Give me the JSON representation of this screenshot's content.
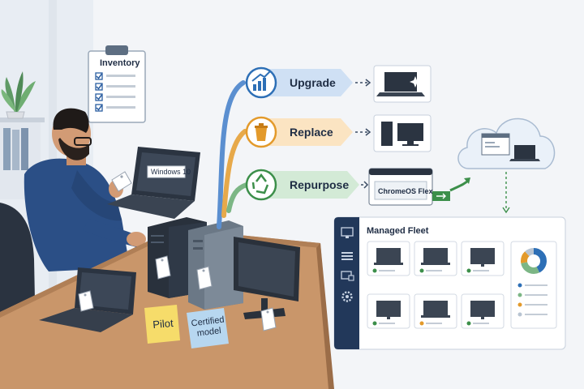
{
  "inventory": {
    "title": "Inventory"
  },
  "device_screen": {
    "label": "Windows 10"
  },
  "branches": [
    {
      "label": "Upgrade",
      "icon": "chart-up-icon",
      "color": "#2d6fb6"
    },
    {
      "label": "Replace",
      "icon": "trash-icon",
      "color": "#e39a2b"
    },
    {
      "label": "Repurpose",
      "icon": "recycle-icon",
      "color": "#3c8f4a"
    }
  ],
  "chromeos": {
    "label": "ChromeOS Flex"
  },
  "notes": [
    {
      "label": "Pilot",
      "color": "#f6dc6a"
    },
    {
      "label": "Certified\nmodel",
      "color": "#b7d7f0"
    }
  ],
  "fleet": {
    "title": "Managed Fleet"
  }
}
